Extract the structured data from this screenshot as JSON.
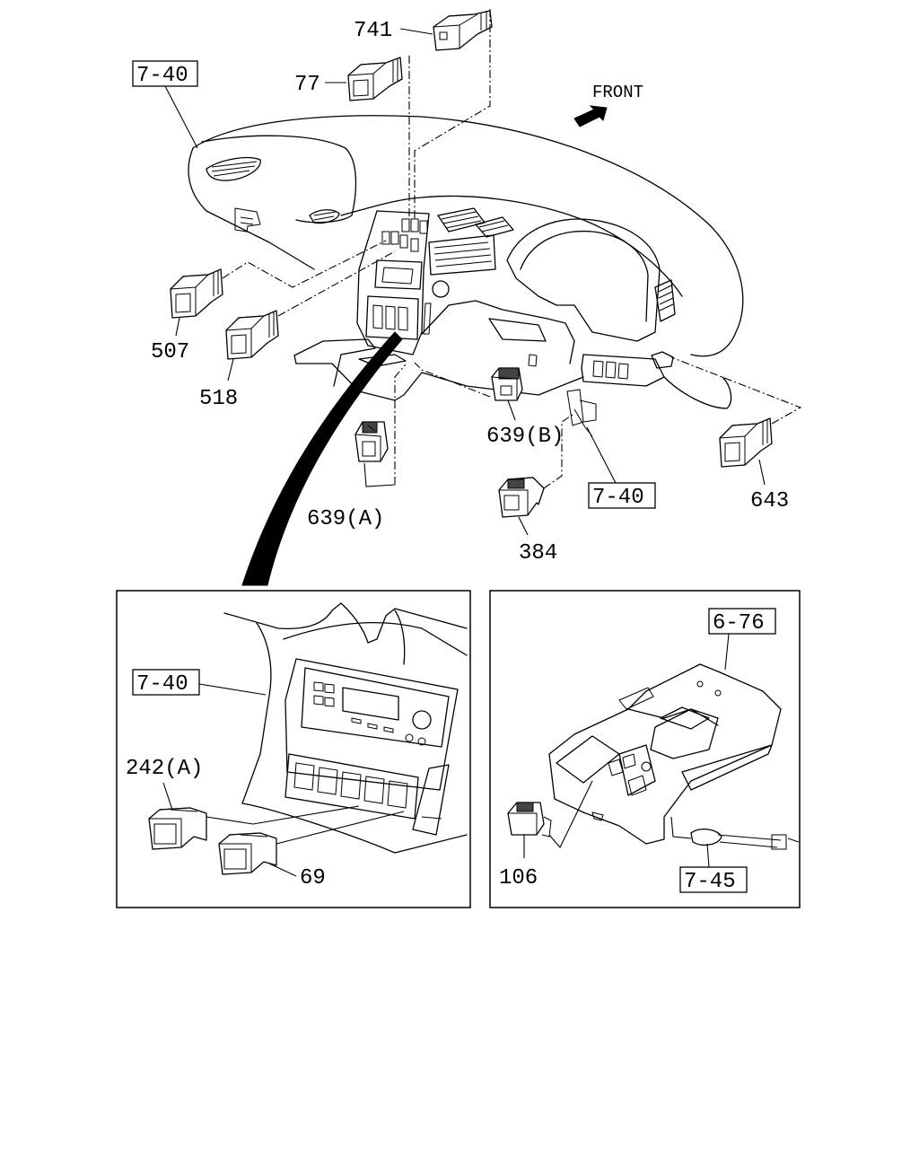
{
  "direction_label": "FRONT",
  "callouts": {
    "p741": "741",
    "p77": "77",
    "ref_740_top": "7-40",
    "p507": "507",
    "p518": "518",
    "p639b": "639(B)",
    "p639a": "639(A)",
    "ref_740_mid": "7-40",
    "p643": "643",
    "p384": "384",
    "ref_740_inset": "7-40",
    "p242a": "242(A)",
    "p69": "69",
    "ref_676": "6-76",
    "p106": "106",
    "ref_745": "7-45"
  }
}
